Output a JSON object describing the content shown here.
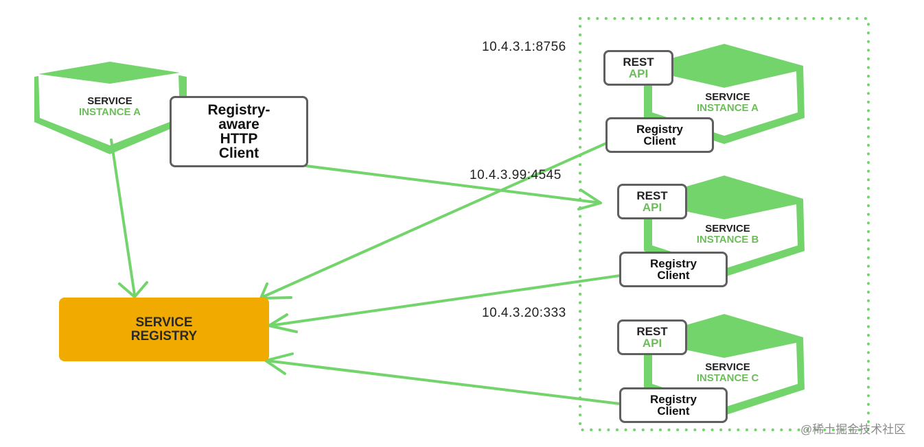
{
  "diagram": {
    "colors": {
      "green": "#74d46c",
      "green_text": "#6cbd5a",
      "registry_fill": "#f0aa00",
      "box_border": "#5f5f5f",
      "text_dark": "#222222"
    },
    "client_service": {
      "title_line1": "SERVICE",
      "title_line2": "INSTANCE A",
      "http_client": [
        "Registry-",
        "aware",
        "HTTP",
        "Client"
      ]
    },
    "registry": {
      "line1": "SERVICE",
      "line2": "REGISTRY"
    },
    "instances": [
      {
        "ip": "10.4.3.1:8756",
        "rest_line1": "REST",
        "rest_line2": "API",
        "title_line1": "SERVICE",
        "title_line2": "INSTANCE A",
        "client_line1": "Registry",
        "client_line2": "Client"
      },
      {
        "ip": "10.4.3.99:4545",
        "rest_line1": "REST",
        "rest_line2": "API",
        "title_line1": "SERVICE",
        "title_line2": "INSTANCE B",
        "client_line1": "Registry",
        "client_line2": "Client"
      },
      {
        "ip": "10.4.3.20:333",
        "rest_line1": "REST",
        "rest_line2": "API",
        "title_line1": "SERVICE",
        "title_line2": "INSTANCE C",
        "client_line1": "Registry",
        "client_line2": "Client"
      }
    ],
    "connections": [
      {
        "from": "client-service-instance-a",
        "to": "service-registry",
        "kind": "query"
      },
      {
        "from": "registry-aware-http-client",
        "to": "instance-b-rest-api",
        "kind": "request"
      },
      {
        "from": "instance-a-registry-client",
        "to": "service-registry",
        "kind": "register"
      },
      {
        "from": "instance-b-registry-client",
        "to": "service-registry",
        "kind": "register"
      },
      {
        "from": "instance-c-registry-client",
        "to": "service-registry",
        "kind": "register"
      }
    ],
    "watermark": "@稀土掘金技术社区"
  }
}
